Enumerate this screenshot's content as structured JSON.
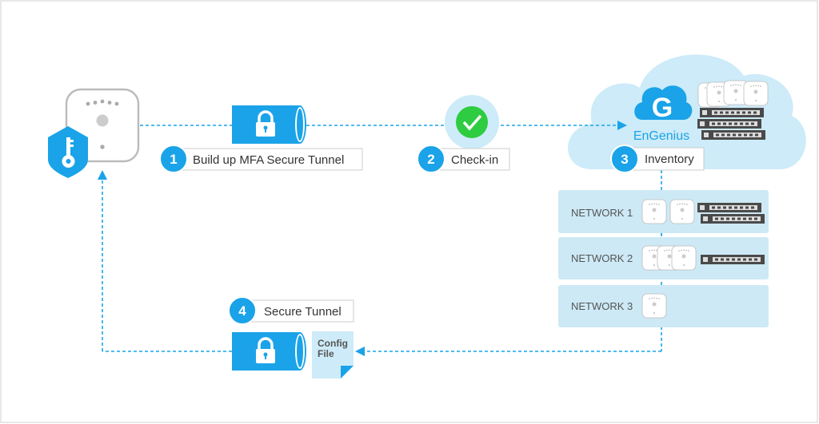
{
  "colors": {
    "accent": "#1aa3e8",
    "cloud": "#cdebf8",
    "network_bg": "#cde9f5",
    "check": "#2ecc40",
    "switch": "#4a4a4a"
  },
  "steps": [
    {
      "number": "1",
      "label": "Build up MFA Secure Tunnel"
    },
    {
      "number": "2",
      "label": "Check-in"
    },
    {
      "number": "3",
      "label": "Inventory"
    },
    {
      "number": "4",
      "label": "Secure Tunnel"
    }
  ],
  "brand": {
    "name": "EnGenius",
    "logo_letter": "G"
  },
  "networks": [
    {
      "label": "NETWORK 1"
    },
    {
      "label": "NETWORK 2"
    },
    {
      "label": "NETWORK 3"
    }
  ],
  "config_file": {
    "line1": "Config",
    "line2": "File"
  },
  "icons": [
    "access-point",
    "shield-key",
    "padlock-tunnel",
    "check-circle",
    "engenius-cloud-logo",
    "network-switch",
    "config-file"
  ]
}
